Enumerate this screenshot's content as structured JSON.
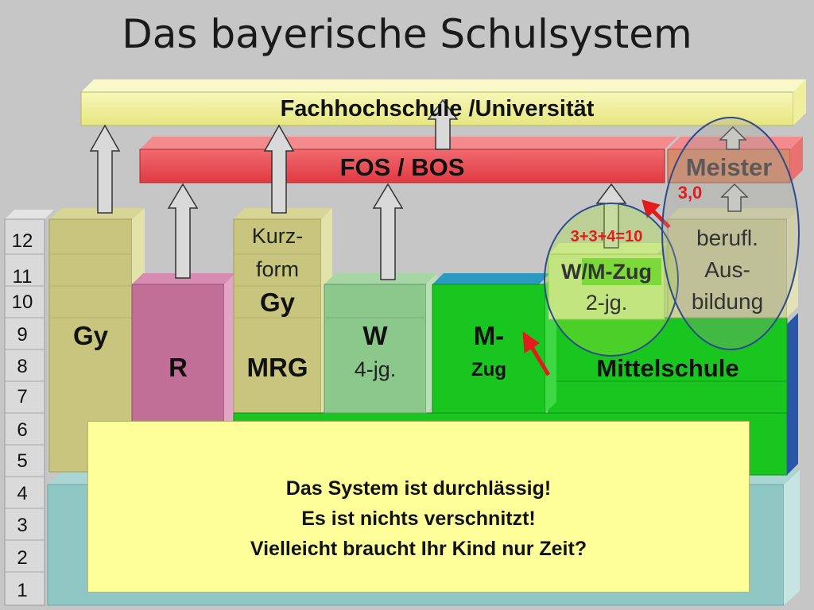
{
  "title": "Das bayerische Schulsystem",
  "top_bars": {
    "university": "Fachhochschule /Universität",
    "fos_bos": "FOS / BOS",
    "meister": "Meister"
  },
  "grades": [
    "12",
    "11",
    "10",
    "9",
    "8",
    "7",
    "6",
    "5",
    "4",
    "3",
    "2",
    "1"
  ],
  "columns": {
    "gy": "Gy",
    "r": "R",
    "kurzform": {
      "line1": "Kurz-",
      "line2": "form",
      "line3": "Gy",
      "line4": "MRG"
    },
    "w": {
      "line1": "W",
      "line2": "4-jg."
    },
    "m_zug": {
      "line1": "M-",
      "line2": "Zug"
    },
    "mittelschule": "Mittelschule",
    "wm_zug": {
      "formula": "3+3+4=10",
      "name_part1": "W/",
      "name_part2": "M-Zug",
      "duration": "2-jg."
    },
    "berufl": {
      "line1": "berufl.",
      "line2": "Aus-",
      "line3": "bildung"
    },
    "grade_note": "3,0"
  },
  "message": {
    "line1": "Das System ist durchlässig!",
    "line2": "Es ist nichts verschnitzt!",
    "line3": "Vielleicht braucht Ihr Kind nur Zeit?"
  },
  "colors": {
    "background": "#c6c6c6",
    "university_bar": "#f2f29a",
    "fos_bos_bar": "#e8484f",
    "meister_bar": "#d98a6a",
    "gy": "#c8c67e",
    "r": "#c26f98",
    "kurzform": "#c8c67e",
    "w": "#8cc78c",
    "mittelschule": "#19c51f",
    "berufl": "#cfcf9a",
    "grundschule": "#8fc7c4",
    "message_box": "#ffff99",
    "accent_red": "#e31b1b"
  }
}
